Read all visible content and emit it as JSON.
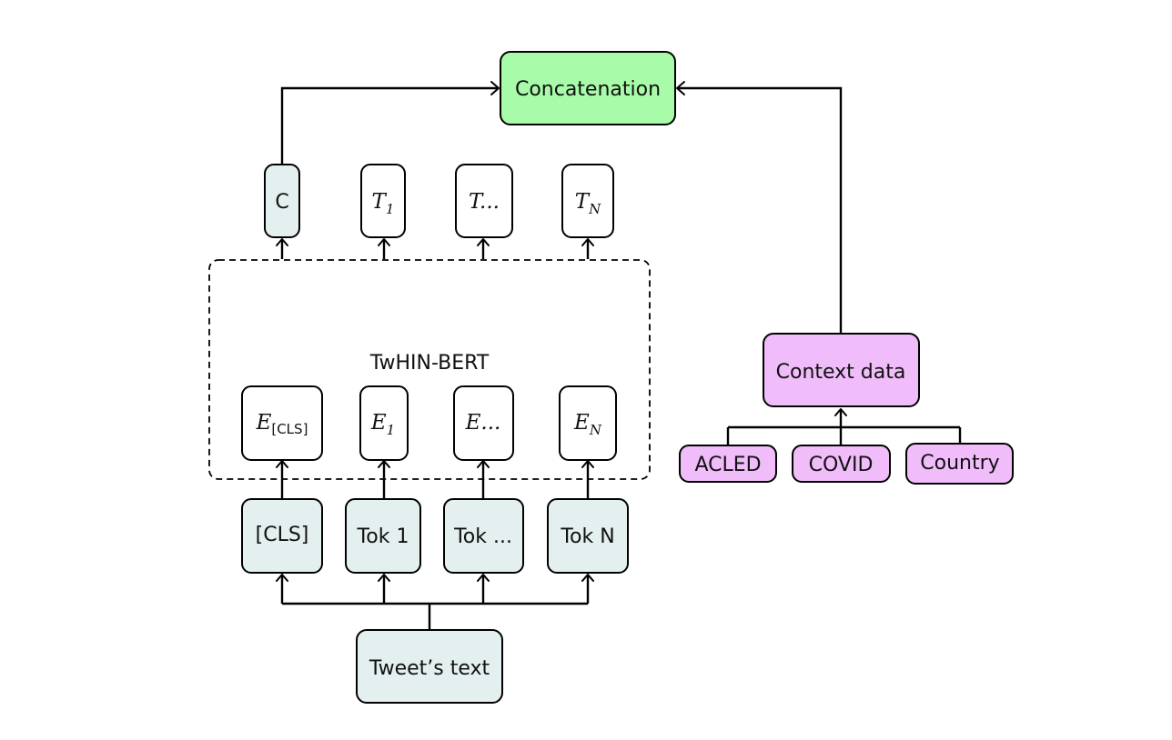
{
  "colors": {
    "bert_box_fill": "#e4eff0",
    "output_fill": "#a8fba8",
    "context_fill": "#f0bcfa",
    "plain_fill": "#ffffff"
  },
  "concat": {
    "label": "Concatenation"
  },
  "outputs": {
    "c": "C",
    "t1": {
      "main": "T",
      "sub": "1"
    },
    "tdots": {
      "main": "T..."
    },
    "tn": {
      "main": "T",
      "sub": "N"
    }
  },
  "model": {
    "label": "TwHIN-BERT"
  },
  "embeddings": {
    "ecls": {
      "main": "E",
      "sub": "[CLS]"
    },
    "e1": {
      "main": "E",
      "sub": "1"
    },
    "edots": {
      "main": "E..."
    },
    "en": {
      "main": "E",
      "sub": "N"
    }
  },
  "tokens": {
    "cls": "[CLS]",
    "tok1": "Tok 1",
    "tokdots": "Tok ...",
    "tokn": "Tok N"
  },
  "input": {
    "label": "Tweet’s text"
  },
  "context": {
    "label": "Context data",
    "sources": [
      "ACLED",
      "COVID",
      "Country"
    ]
  }
}
